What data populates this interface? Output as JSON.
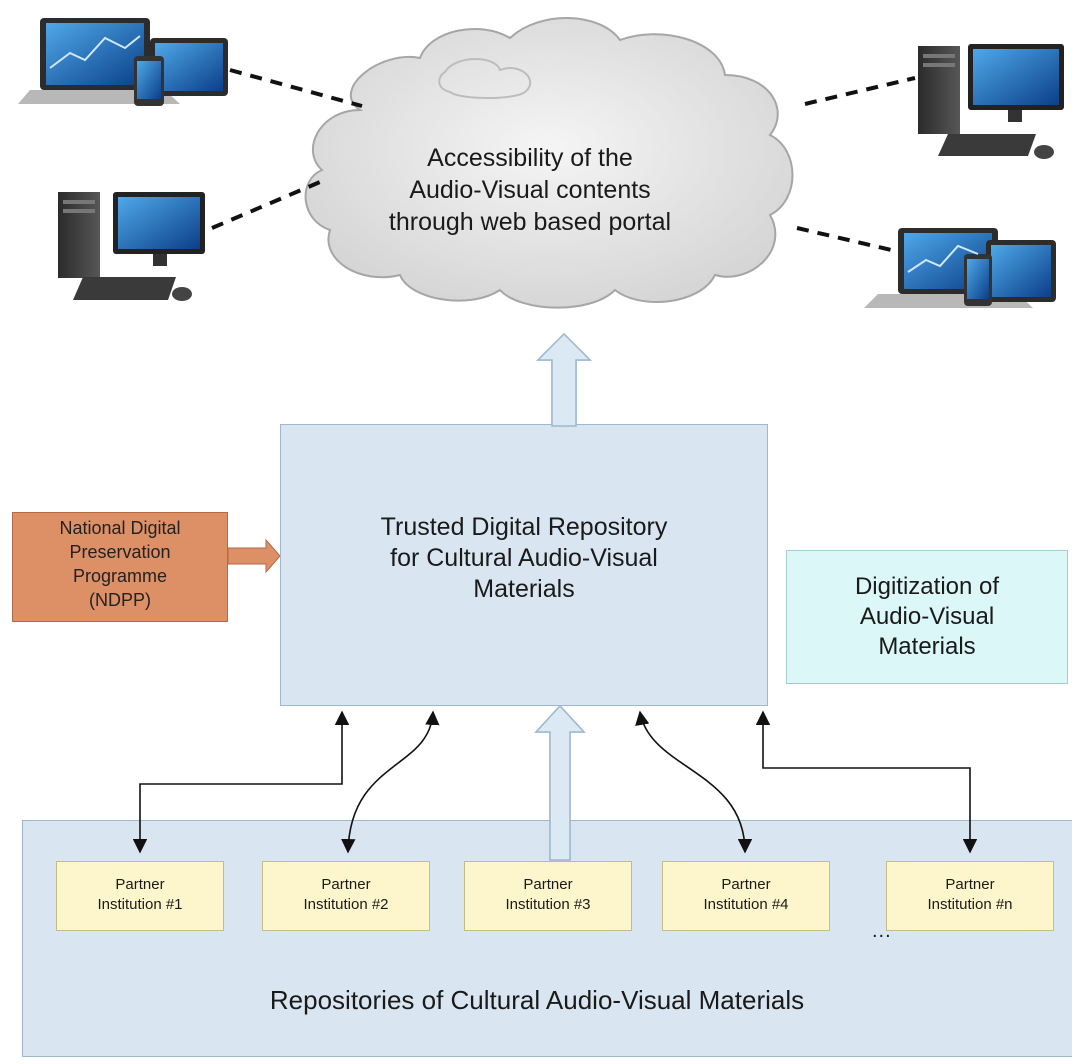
{
  "cloud": {
    "lines": [
      "Accessibility of the",
      "Audio-Visual contents",
      "through web based portal"
    ]
  },
  "trusted_repository": {
    "lines": [
      "Trusted Digital Repository",
      "for Cultural Audio-Visual",
      "Materials"
    ]
  },
  "ndpp": {
    "lines": [
      "National Digital",
      "Preservation",
      "Programme",
      "(NDPP)"
    ]
  },
  "digitization": {
    "lines": [
      "Digitization of",
      "Audio-Visual",
      "Materials"
    ]
  },
  "partners": [
    {
      "line1": "Partner",
      "line2": "Institution #1"
    },
    {
      "line1": "Partner",
      "line2": "Institution #2"
    },
    {
      "line1": "Partner",
      "line2": "Institution #3"
    },
    {
      "line1": "Partner",
      "line2": "Institution #4"
    },
    {
      "line1": "Partner",
      "line2": "Institution #n"
    }
  ],
  "ellipsis": "...",
  "repositories_title": "Repositories of Cultural Audio-Visual Materials",
  "colors": {
    "box_fill": "#d9e6f1",
    "ndpp_fill": "#dd8f66",
    "digitization_fill": "#dcf7f7",
    "partner_fill": "#fdf6cc",
    "arrow_fill": "#dbe9f5"
  },
  "icons": [
    "laptop-tablet-phone-icon",
    "desktop-computer-icon",
    "desktop-computer-icon",
    "laptop-tablet-phone-icon",
    "cloud-icon"
  ]
}
